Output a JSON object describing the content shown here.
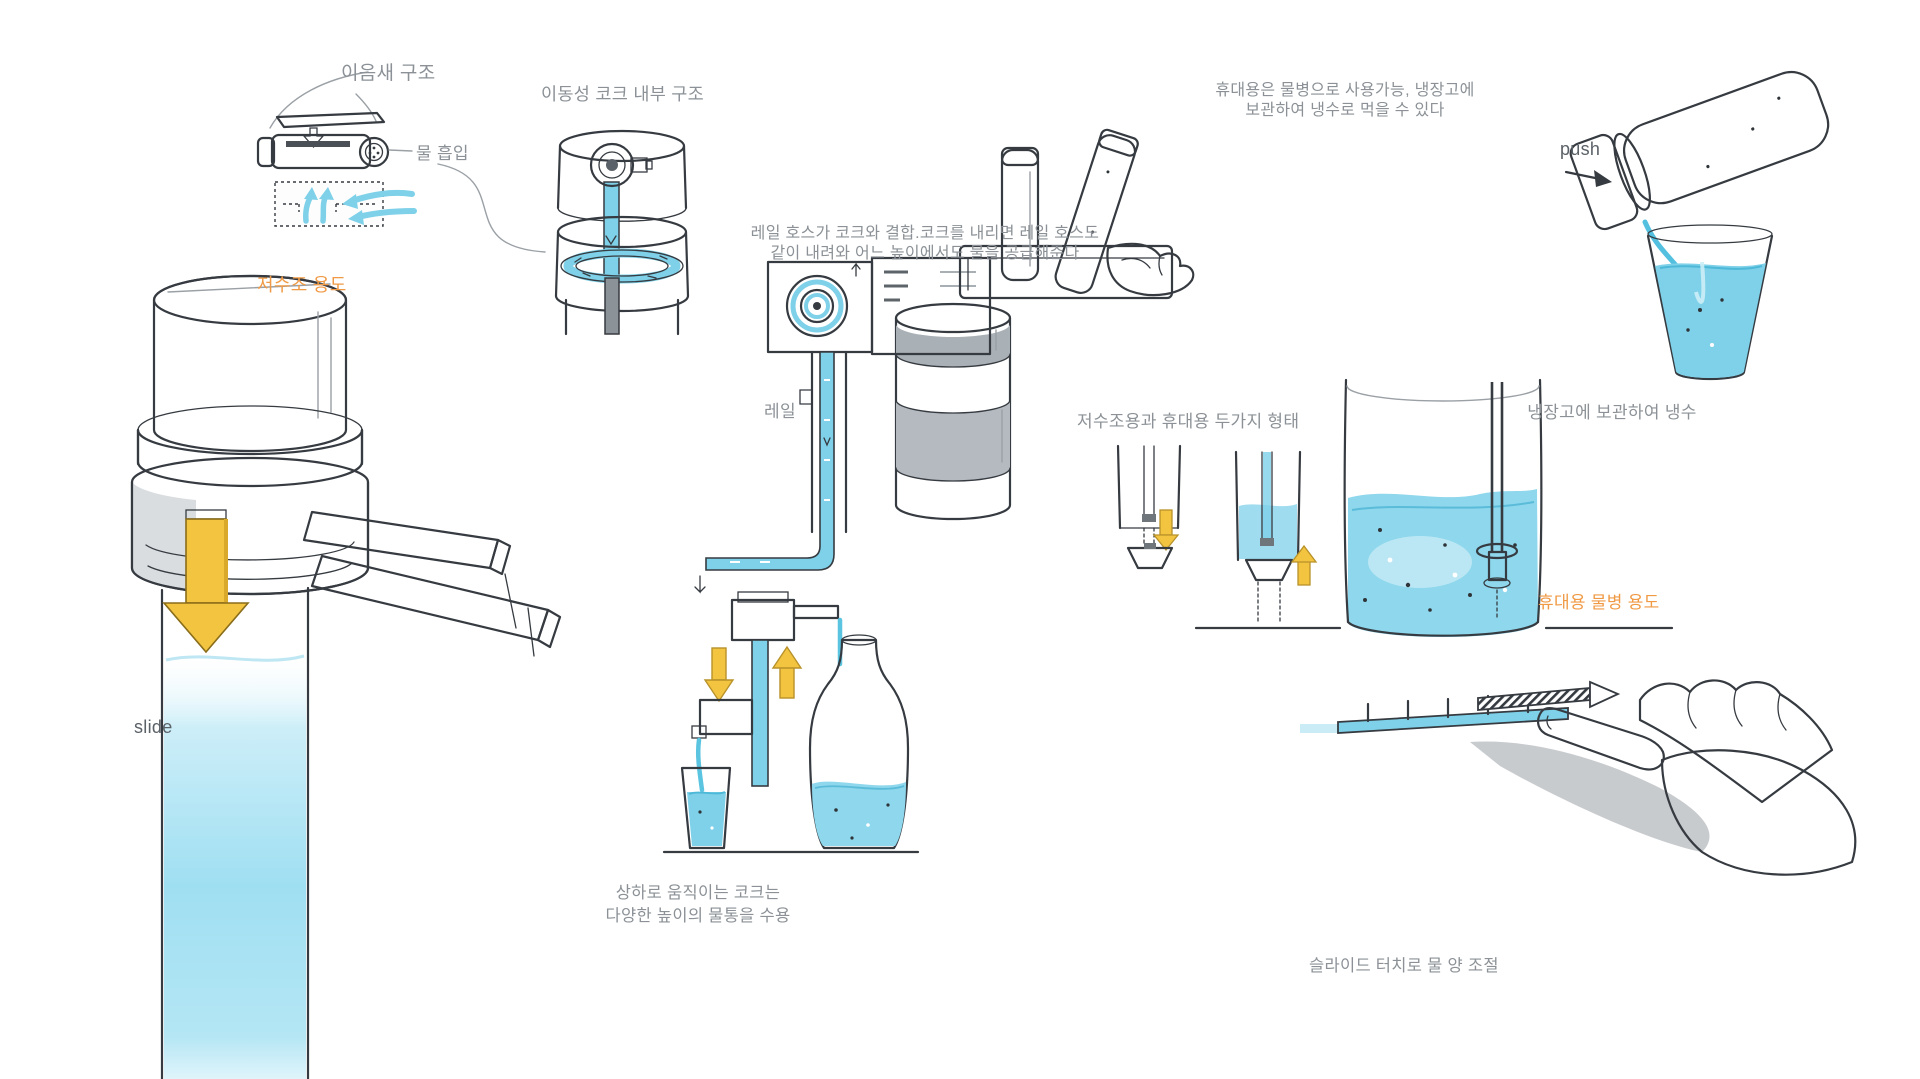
{
  "colors": {
    "background": "#ffffff",
    "annotation_gray": "#8b9196",
    "accent_orange": "#f09a45",
    "water_blue": "#7ed1e8",
    "water_blue_light": "#c9ecf7",
    "sketch_line": "#363b41",
    "metal_gray": "#b6bcc1",
    "arrow_yellow": "#f2c440"
  },
  "annotations": {
    "joint_structure": "이음새 구조",
    "water_intake": "물 흡입",
    "movable_cock": "이동성 코크 내부 구조",
    "reservoir_use": "저수조 용도",
    "rail_hose_desc": "레일 호스가 코크와 결합.코크를 내리면 레일 호스도\n같이 내려와 어느 높이에서도 물을 공급해준다",
    "rail": "레일",
    "portable_bottle_desc": "휴대용은 물병으로 사용가능, 냉장고에\n보관하여 냉수로 먹을 수 있다",
    "push": "push",
    "fridge_cold": "냉장고에 보관하여 냉수",
    "two_types": "저수조용과 휴대용 두가지 형태",
    "portable_bottle_use": "휴대용 물병 용도",
    "slide": "slide",
    "cock_height_desc": "상하로 움직이는 코크는\n다양한 높이의 물통을 수용",
    "slide_touch": "슬라이드 터치로 물 양 조절"
  }
}
